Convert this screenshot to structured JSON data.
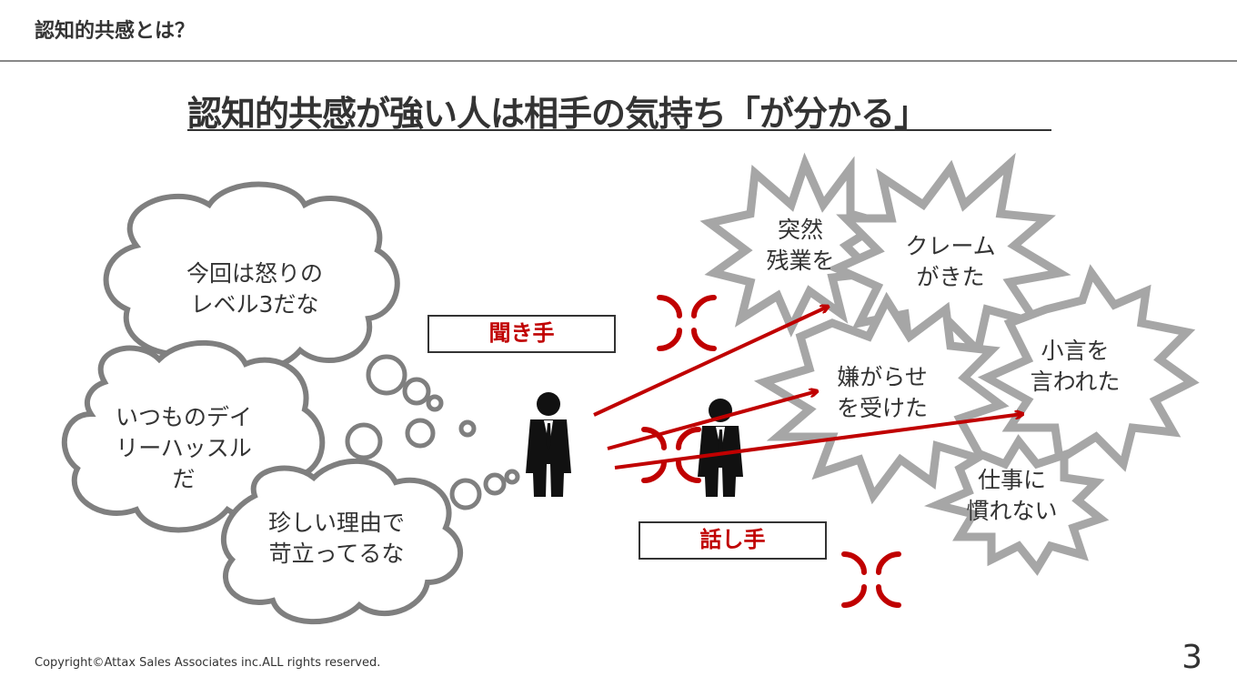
{
  "header": {
    "title": "認知的共感とは？"
  },
  "main_title": "認知的共感が強い人は相手の気持ち「が分かる」",
  "listener_thoughts": [
    {
      "text": "今回は怒りの\nレベル3だな"
    },
    {
      "text": "いつものデイ\nリーハッスル\nだ"
    },
    {
      "text": "珍しい理由で\n苛立ってるな"
    }
  ],
  "labels": {
    "listener": "聞き手",
    "speaker": "話し手"
  },
  "speaker_feelings": [
    {
      "text": "突然\n残業を"
    },
    {
      "text": "クレーム\nがきた"
    },
    {
      "text": "嫌がらせ\nを受けた"
    },
    {
      "text": "小言を\n言われた"
    },
    {
      "text": "仕事に\n慣れない"
    }
  ],
  "footer": {
    "copyright": "Copyright©Attax Sales Associates inc.ALL rights reserved.",
    "page_number": "3"
  },
  "colors": {
    "accent": "#c00000",
    "bubble_stroke": "#7f7f7f",
    "burst_stroke": "#a6a6a6",
    "text": "#333333"
  }
}
